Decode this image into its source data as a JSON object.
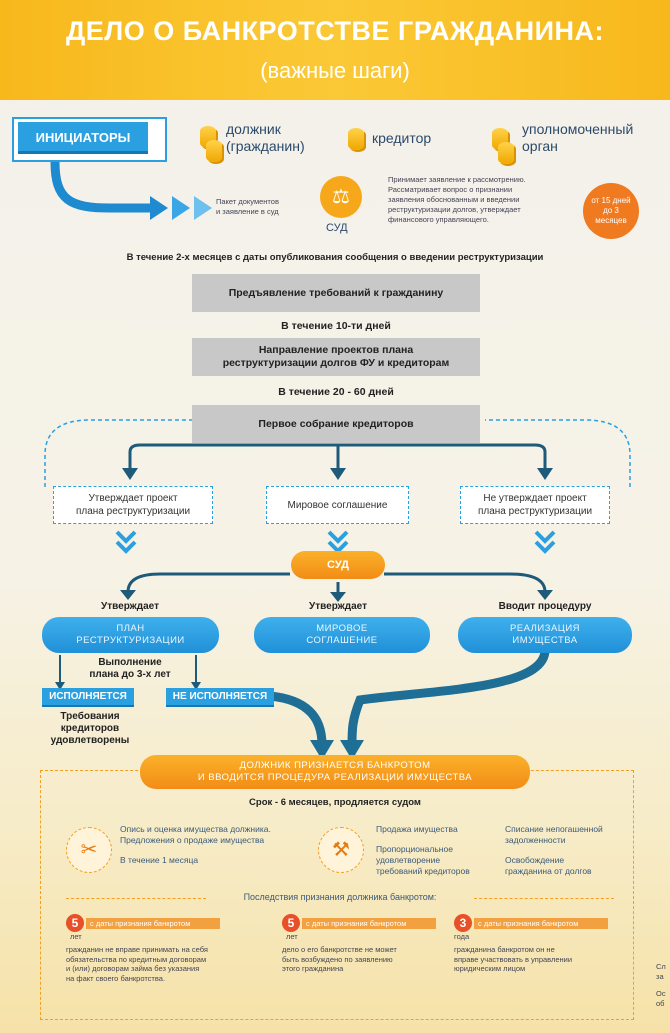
{
  "header": {
    "title": "ДЕЛО О БАНКРОТСТВЕ ГРАЖДАНИНА:",
    "subtitle": "(важные шаги)"
  },
  "initiators": {
    "label": "ИНИЦИАТОРЫ",
    "parties": [
      {
        "line1": "должник",
        "line2": "(гражданин)"
      },
      {
        "line1": "кредитор",
        "line2": ""
      },
      {
        "line1": "уполномоченный",
        "line2": "орган"
      }
    ],
    "package_line1": "Пакет документов",
    "package_line2": "и заявление в суд",
    "court_label": "СУД",
    "court_note": [
      "Принимает заявление к рассмотрению.",
      "Рассматривает вопрос о признании",
      "заявления обоснованным и введении",
      "реструктуризации долгов, утверждает",
      "финансового управляющего."
    ],
    "deadline_badge": [
      "от 15 дней",
      "до 3",
      "месяцев"
    ]
  },
  "flow": {
    "within_2_months": "В течение 2-х месяцев с даты опубликования сообщения о введении реструктуризации",
    "step1": "Предъявление требований к гражданину",
    "within_10_days": "В течение 10-ти дней",
    "step2_line1": "Направление проектов плана",
    "step2_line2": "реструктуризации долгов ФУ и кредиторам",
    "within_20_60": "В течение 20 - 60 дней",
    "step3": "Первое собрание кредиторов",
    "options": [
      {
        "line1": "Утверждает проект",
        "line2": "плана реструктуризации"
      },
      {
        "line1": "Мировое соглашение",
        "line2": ""
      },
      {
        "line1": "Не утверждает проект",
        "line2": "плана реструктуризации"
      }
    ],
    "court": "СУД",
    "approves_left": "Утверждает",
    "approves_mid": "Утверждает",
    "introduces": "Вводит процедуру",
    "plan_line1": "ПЛАН",
    "plan_line2": "РЕСТРУКТУРИЗАЦИИ",
    "settlement_line1": "МИРОВОЕ",
    "settlement_line2": "СОГЛАШЕНИЕ",
    "realization_line1": "РЕАЛИЗАЦИЯ",
    "realization_line2": "ИМУЩЕСТВА",
    "execution_line1": "Выполнение",
    "execution_line2": "плана до 3-х лет",
    "executed": "ИСПОЛНЯЕТСЯ",
    "not_executed": "НЕ ИСПОЛНЯЕТСЯ",
    "satisfied_line1": "Требования",
    "satisfied_line2": "кредиторов",
    "satisfied_line3": "удовлетворены"
  },
  "bankrupt": {
    "banner_line1": "ДОЛЖНИК ПРИЗНАЕТСЯ БАНКРОТОМ",
    "banner_line2": "И ВВОДИТСЯ ПРОЦЕДУРА РЕАЛИЗАЦИИ ИМУЩЕСТВА",
    "term": "Срок - 6 месяцев, продляется судом",
    "col1_line1": "Опись и оценка имущества должника.",
    "col1_line2": "Предложения о продаже имущества",
    "col1_line3": "В течение 1 месяца",
    "col2_line1": "Продажа имущества",
    "col2_line2": "Пропорциональное",
    "col2_line3": "удовлетворение",
    "col2_line4": "требований кредиторов",
    "col3_line1": "Списание непогашенной",
    "col3_line2": "задолженности",
    "col3_line3": "Освобождение",
    "col3_line4": "гражданина от долгов",
    "consequences": "Последствия признания должника банкротом:",
    "items": [
      {
        "num": "5",
        "unit": "лет",
        "band": "с даты признания банкротом",
        "text": [
          "гражданин не вправе принимать на себя",
          "обязательства по кредитным договорам",
          "и (или) договорам займа без указания",
          "на факт своего банкротства."
        ]
      },
      {
        "num": "5",
        "unit": "лет",
        "band": "с даты признания банкротом",
        "text": [
          "дело о его банкротстве не может",
          "быть возбуждено по заявлению",
          "этого гражданина"
        ]
      },
      {
        "num": "3",
        "unit": "года",
        "band": "с даты признания банкротом",
        "text": [
          "гражданина банкротом он не",
          "вправе участвовать в управлении",
          "юридическим лицом"
        ]
      }
    ],
    "edge_right": [
      "Сл",
      "за",
      "Ос",
      "об"
    ]
  },
  "colors": {
    "accent_orange": "#f7b81c",
    "accent_blue": "#2aa0e0",
    "dark_blue": "#1e5a7a"
  }
}
